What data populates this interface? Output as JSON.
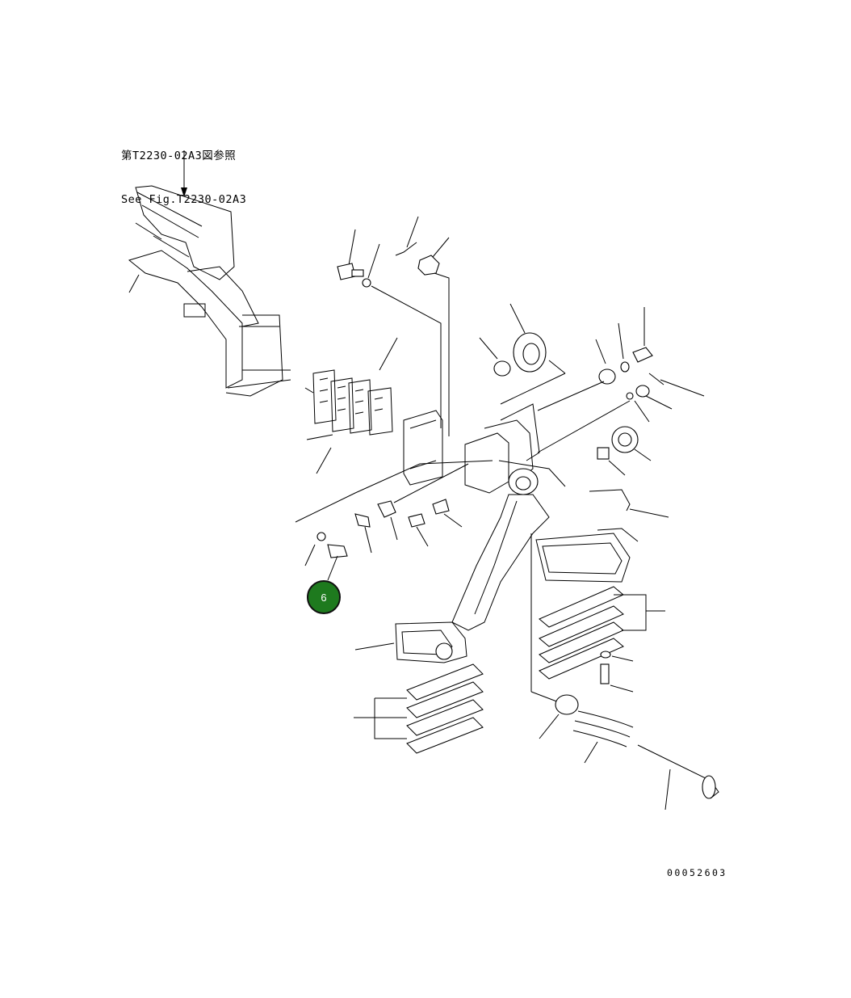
{
  "reference_note": {
    "line_jp": "第T2230-02A3図参照",
    "line_en": "See Fig.T2230-02A3"
  },
  "drawing_number": "00052603",
  "callouts": [
    {
      "label": "6",
      "color": "#1e7a1e"
    }
  ]
}
